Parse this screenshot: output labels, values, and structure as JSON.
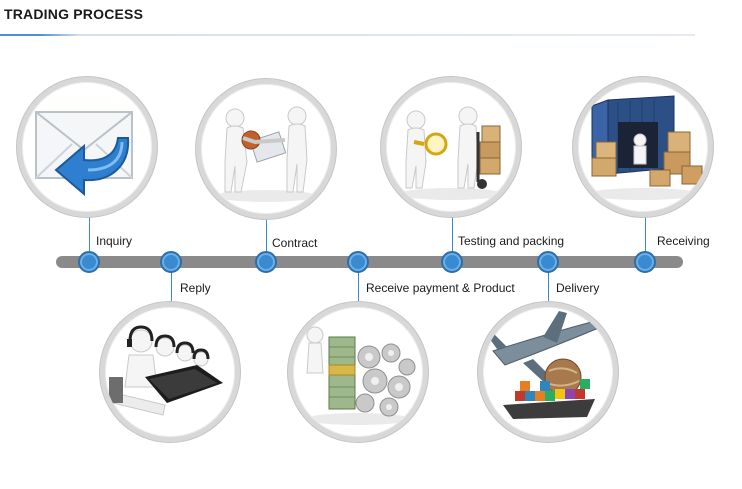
{
  "header": {
    "title": "TRADING  PROCESS"
  },
  "steps": [
    {
      "label": "Inquiry",
      "icon": "envelope-reply-icon"
    },
    {
      "label": "Reply",
      "icon": "call-center-icon"
    },
    {
      "label": "Contract",
      "icon": "handshake-contract-icon"
    },
    {
      "label": "Receive payment & Product",
      "icon": "money-gears-icon"
    },
    {
      "label": "Testing and packing",
      "icon": "inspection-packing-icon"
    },
    {
      "label": "Delivery",
      "icon": "plane-ship-icon"
    },
    {
      "label": "Receiving",
      "icon": "container-boxes-icon"
    }
  ],
  "colors": {
    "node": "#3a8ad0",
    "timeline": "#8a8a8a",
    "ring": "#d8d8d8"
  }
}
